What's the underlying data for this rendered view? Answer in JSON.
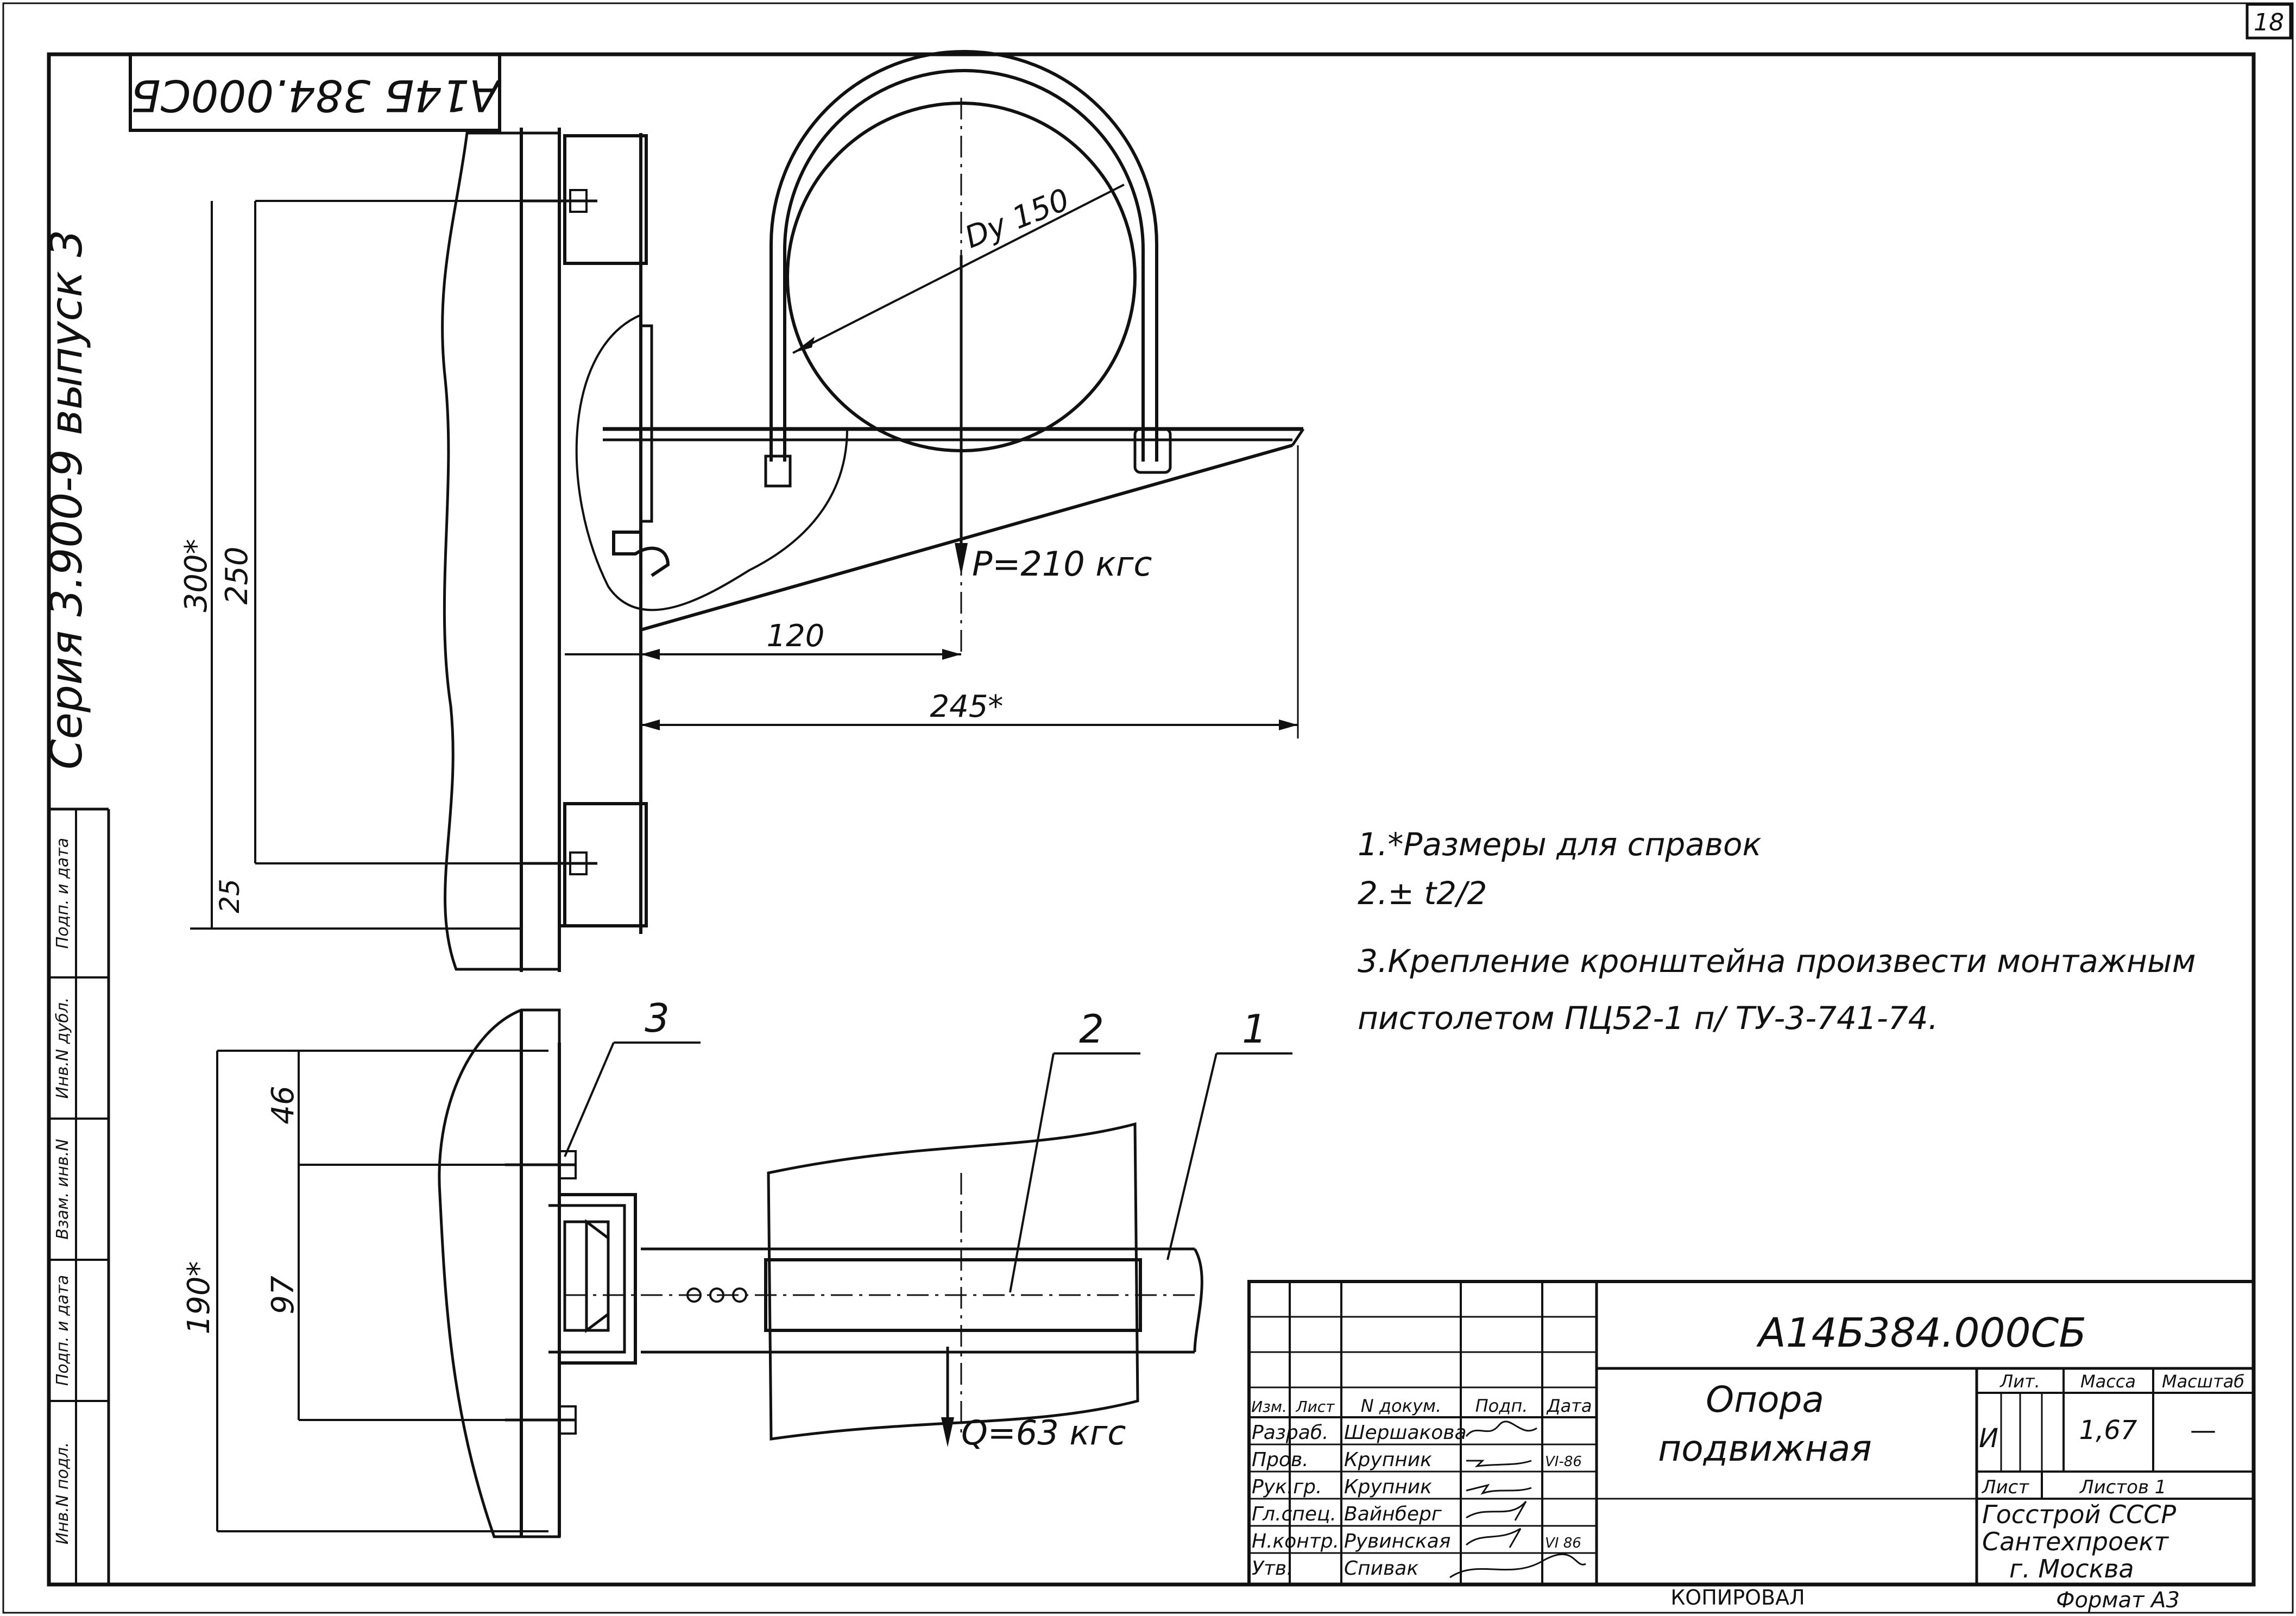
{
  "sheet": {
    "page_number": "18",
    "doc_code_rotated": "А14Б 384.000СБ",
    "series_vertical": "Серия 3.900-9 выпуск 3",
    "copied_label": "КОПИРОВАЛ",
    "format_label": "Формат А3"
  },
  "side_stamp": {
    "cells": [
      "Инв.N подл.",
      "Подп. и дата",
      "Взам. инв.N",
      "Инв.N дубл.",
      "Подп. и дата"
    ]
  },
  "drawing": {
    "pipe_label": "Dу 150",
    "load_p": "P=210 кгс",
    "load_q": "Q=63 кгс",
    "dims": {
      "d300": "300*",
      "d250": "250",
      "d25": "25",
      "d120": "120",
      "d245": "245*",
      "d46": "46",
      "d97": "97",
      "d190": "190*"
    },
    "part_numbers": [
      "3",
      "2",
      "1"
    ]
  },
  "notes": [
    "1.*Размеры для справок",
    "2.± t2/2",
    "3.Крепление кронштейна произвести монтажным",
    "пистолетом ПЦ52-1 п/ ТУ-3-741-74."
  ],
  "title_block": {
    "doc_code": "А14Б384.000СБ",
    "name_line1": "Опора",
    "name_line2": "подвижная",
    "col_headers": [
      "Изм.",
      "Лист",
      "N докум.",
      "Подп.",
      "Дата"
    ],
    "rows": [
      {
        "role": "Разраб.",
        "name": "Шершакова",
        "date": ""
      },
      {
        "role": "Пров.",
        "name": "Крупник",
        "date": "VI-86"
      },
      {
        "role": "Рук.гр.",
        "name": "Крупник",
        "date": ""
      },
      {
        "role": "Гл.спец.",
        "name": "Вайнберг",
        "date": ""
      },
      {
        "role": "Н.контр.",
        "name": "Рувинская",
        "date": "VI 86"
      },
      {
        "role": "Утв.",
        "name": "Спивак",
        "date": ""
      }
    ],
    "lit_label": "Лит.",
    "mass_label": "Масса",
    "scale_label": "Масштаб",
    "lit_value": "И",
    "mass_value": "1,67",
    "scale_value": "—",
    "sheet_label": "Лист",
    "sheets_label": "Листов 1",
    "org_line1": "Госстрой СССР",
    "org_line2": "Сантехпроект",
    "org_line3": "г. Москва"
  }
}
